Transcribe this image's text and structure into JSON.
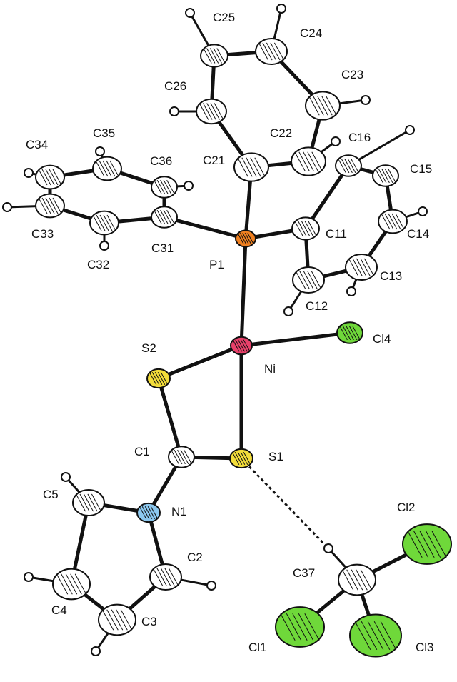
{
  "colors": {
    "carbon": "#ffffff",
    "phosphorus": "#f08020",
    "nickel": "#e8406a",
    "sulfur": "#f2dc3a",
    "nitrogen": "#8cc8ef",
    "chlorine": "#6fd83a",
    "hydrogen": "#ffffff"
  },
  "labels": {
    "C25": "C25",
    "C24": "C24",
    "C23": "C23",
    "C26": "C26",
    "C22": "C22",
    "C16": "C16",
    "C21": "C21",
    "C15": "C15",
    "C35": "C35",
    "C34": "C34",
    "C36": "C36",
    "C33": "C33",
    "C31": "C31",
    "C32": "C32",
    "P1": "P1",
    "C11": "C11",
    "C14": "C14",
    "C13": "C13",
    "C12": "C12",
    "S2": "S2",
    "Ni": "Ni",
    "Cl4": "Cl4",
    "C1": "C1",
    "S1": "S1",
    "C5": "C5",
    "N1": "N1",
    "Cl2": "Cl2",
    "C2": "C2",
    "C37": "C37",
    "C4": "C4",
    "C3": "C3",
    "Cl1": "Cl1",
    "Cl3": "Cl3"
  }
}
